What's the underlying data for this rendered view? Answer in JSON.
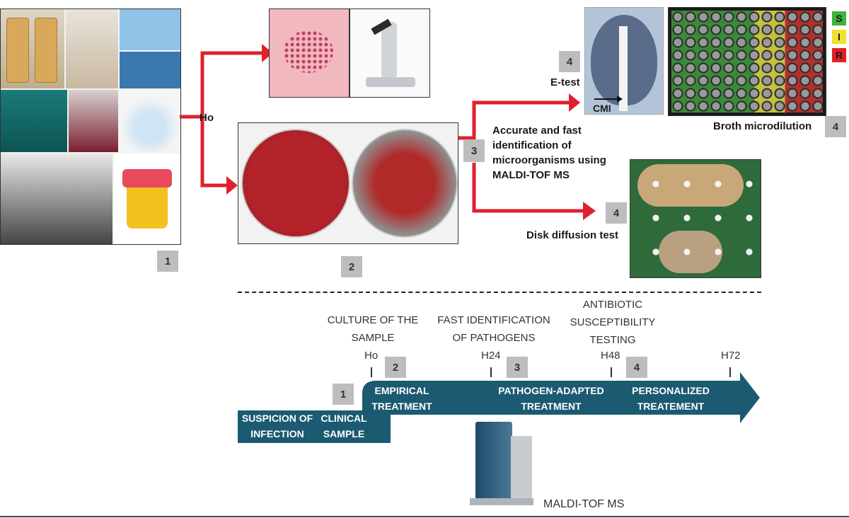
{
  "top": {
    "ho_label": "Ho",
    "etest_label": "E-test",
    "cmi_label": "CMI",
    "ident_text": "Accurate and fast identification of microorganisms using MALDI-TOF MS",
    "disk_label": "Disk diffusion test",
    "broth_label": "Broth microdilution",
    "sir": [
      "S",
      "I",
      "R"
    ],
    "badges": {
      "one": "1",
      "two": "2",
      "three": "3",
      "four_etest": "4",
      "four_disk": "4",
      "four_broth": "4"
    }
  },
  "timeline": {
    "culture": "CULTURE OF THE SAMPLE",
    "fast_id": "FAST IDENTIFICATION OF PATHOGENS",
    "ast": "ANTIBIOTIC SUSCEPTIBILITY TESTING",
    "hours": [
      "Ho",
      "H24",
      "H48",
      "H72"
    ],
    "badges": [
      "1",
      "2",
      "3",
      "4"
    ],
    "suspicion": "SUSPICION OF INFECTION",
    "clinical": "CLINICAL SAMPLE",
    "empirical": "EMPIRICAL TREATMENT",
    "adapted": "PATHOGEN-ADAPTED TREATMENT",
    "personalized": "PERSONALIZED TREATEMENT",
    "maldi": "MALDI-TOF MS"
  },
  "colors": {
    "arrow_red": "#e0202e",
    "timeline_teal": "#1c5a72",
    "badge_gray": "#bdbdbd",
    "agar_red": "#b5232a",
    "susceptible_green": "#3cb33c",
    "intermediate_yellow": "#f0e030",
    "resistant_red": "#e02020"
  }
}
